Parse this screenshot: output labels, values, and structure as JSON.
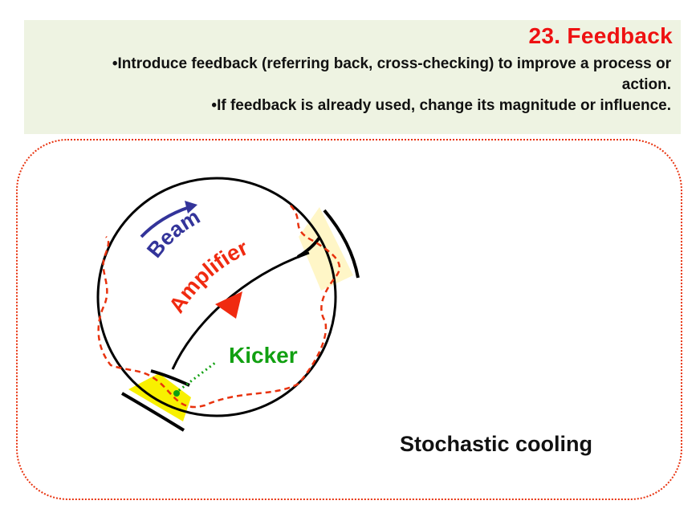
{
  "header": {
    "title": "23. Feedback",
    "bullets": [
      "Introduce feedback (referring back, cross-checking) to improve a process or action.",
      "If feedback is already used, change its magnitude or influence."
    ]
  },
  "diagram": {
    "labels": {
      "beam": "Beam",
      "amplifier": "Amplifier",
      "kicker": "Kicker"
    },
    "caption": "Stochastic cooling"
  },
  "colors": {
    "title": "#ee1111",
    "header_bg": "#eef3e2",
    "border": "#e8320e",
    "beam": "#33349a",
    "amplifier": "#f02a10",
    "kicker": "#11a011",
    "pickup_fill": "#fff6c7",
    "kicker_fill": "#f8f000",
    "signal_path": "#e8320e"
  }
}
